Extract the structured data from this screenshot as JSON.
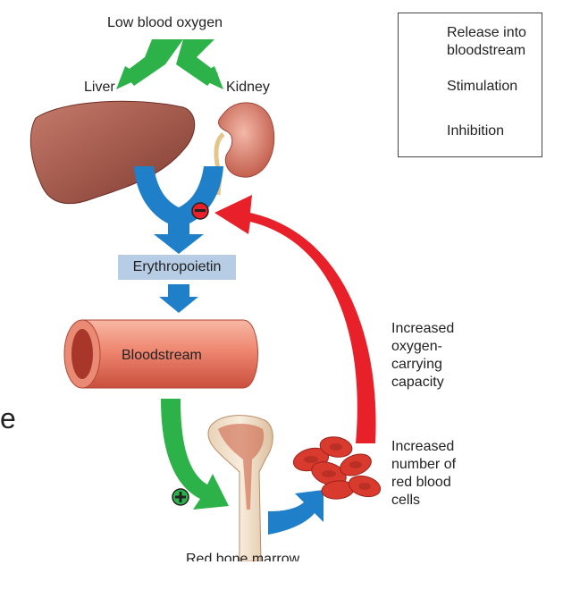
{
  "labels": {
    "top": "Low blood oxygen",
    "liver": "Liver",
    "kidney": "Kidney",
    "epo": "Erythropoietin",
    "bloodstream": "Bloodstream",
    "marrow": "Red bone marrow",
    "capacity": "Increased\noxygen-\ncarrying\ncapacity",
    "rbc": "Increased\nnumber of\nred blood\ncells",
    "minus": "−",
    "plus": "+",
    "stray_glyph": "e"
  },
  "legend": {
    "items": [
      {
        "label": "Release into\nbloodstream",
        "color": "#1f7fc8",
        "icon": "blue-arrow-icon"
      },
      {
        "label": "Stimulation",
        "color": "#2db24a",
        "icon": "green-arrow-icon"
      },
      {
        "label": "Inhibition",
        "color": "#e8202a",
        "icon": "red-arrow-icon"
      }
    ]
  },
  "colors": {
    "release": "#1f7fc8",
    "stimulation": "#2db24a",
    "inhibition": "#e8202a",
    "epo_box": "#b7cde6"
  }
}
